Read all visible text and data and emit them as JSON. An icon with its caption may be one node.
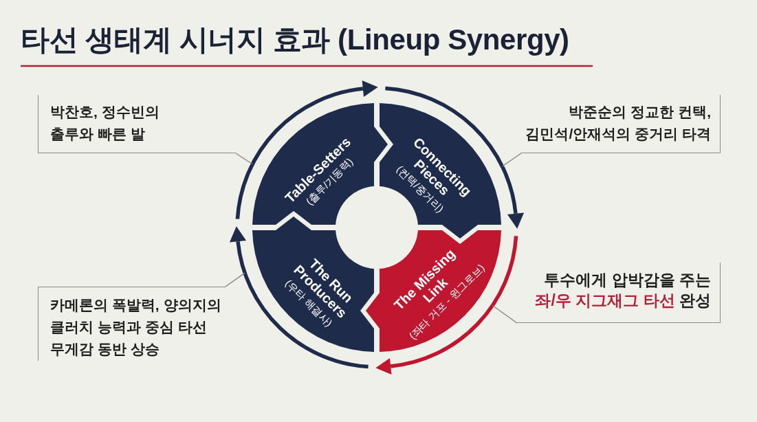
{
  "diagram": {
    "title": "타선 생태계 시너지 효과 (Lineup Synergy)",
    "nodes": [
      {
        "text": [
          "박찬호, 정수빈의 출루와 빠른 발"
        ]
      },
      {
        "text": [
          "Table-Setters",
          "(출루/기동력)"
        ]
      },
      {
        "text": [
          "Connecting Pieces",
          "(컨택/중거리)"
        ]
      },
      {
        "text": [
          "박준순의 정교한 컨택, 김민석/안재석의 중거리 타격"
        ]
      },
      {
        "text": [
          "The Run Producers",
          "(우타 해결사)"
        ]
      },
      {
        "text": [
          "The Missing Link",
          "(좌타 거포 - 윈그로브)"
        ]
      },
      {
        "text": [
          "투수에게 압박감을 주는 **좌/우 지그재그 타선** 완성"
        ]
      },
      {
        "text": [
          "카메론의 폭발력, 양의지의 클러치 능력과 중심 타선 무게감 동반 상승"
        ]
      }
    ],
    "edges": [
      {
        "from": 0,
        "to": 1,
        "arrow": "none"
      },
      {
        "from": 3,
        "to": 2,
        "arrow": "none"
      },
      {
        "from": 6,
        "to": 5,
        "arrow": "none"
      },
      {
        "from": 7,
        "to": 4,
        "arrow": "none"
      }
    ]
  }
}
